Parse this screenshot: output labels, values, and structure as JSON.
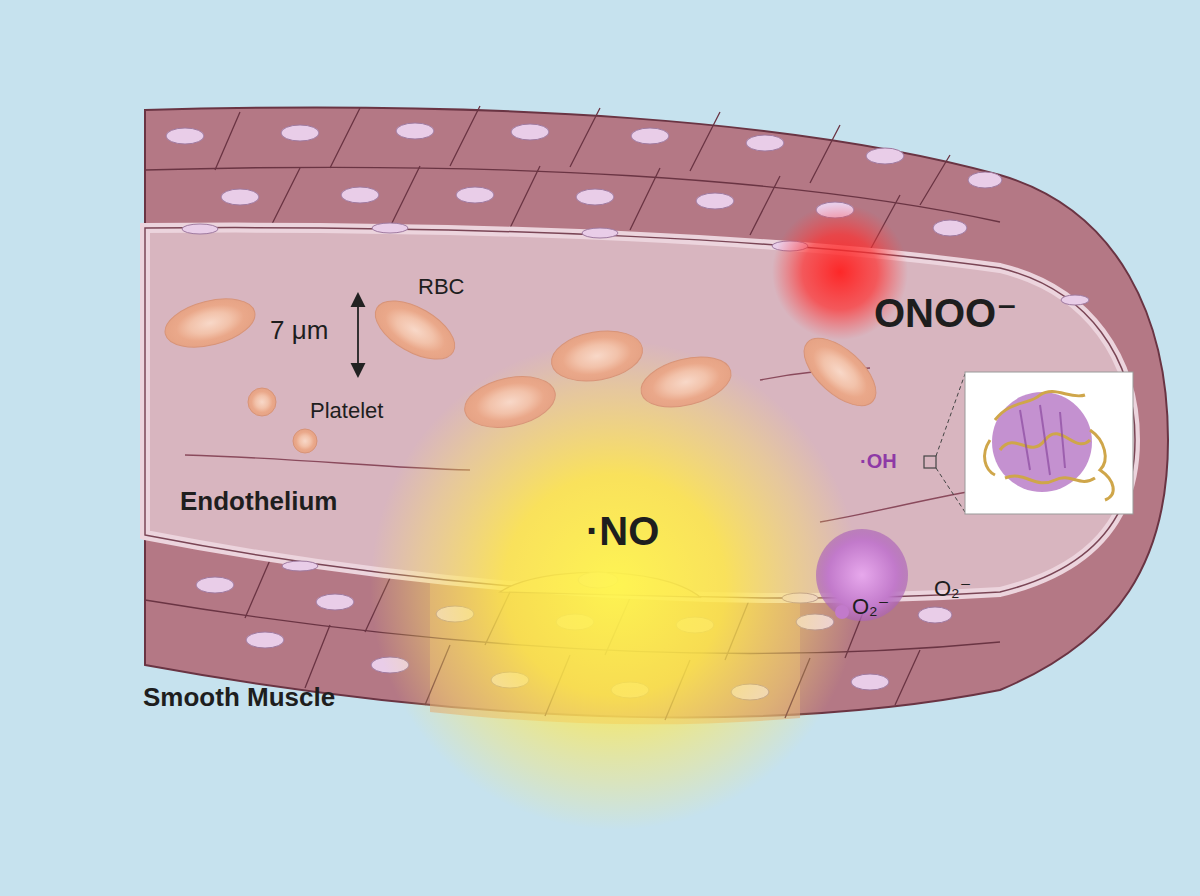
{
  "diagram": {
    "labels": [
      "RBC",
      "7 μm",
      "Platelet",
      "ONOO⁻",
      "·OH",
      "Endothelium",
      "·NO",
      "O₂⁻",
      "O₂⁻",
      "Smooth Muscle"
    ]
  }
}
